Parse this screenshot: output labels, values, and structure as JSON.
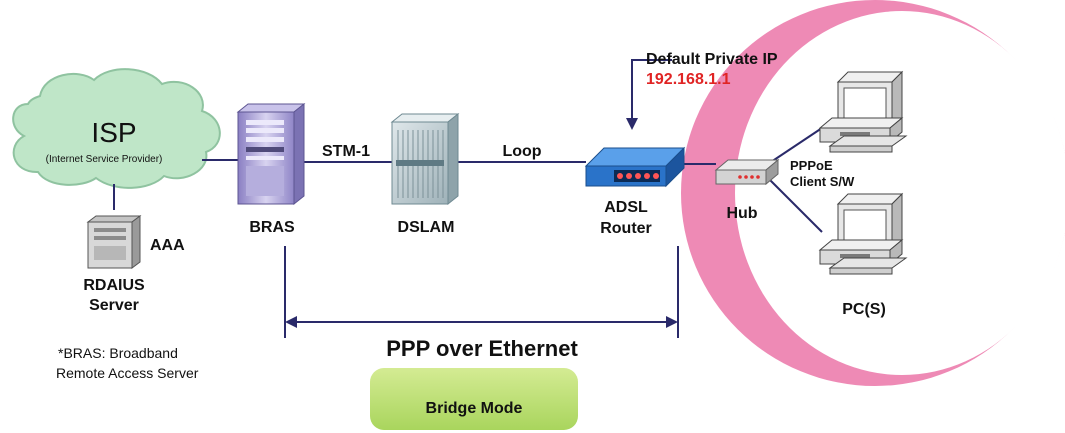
{
  "colors": {
    "ring": "#ee8ab5",
    "cloud_fill": "#bfe6c8",
    "cloud_stroke": "#8fc3a0",
    "link": "#2a2a6a",
    "ip_text": "#e02424",
    "router_blue": "#2a73c9",
    "bridge_fill": "#bfe07a"
  },
  "icons": {
    "cloud": "isp-cloud-icon",
    "aaa_server": "aaa-server-icon",
    "bras": "bras-server-icon",
    "dslam": "dslam-rack-icon",
    "router": "adsl-router-icon",
    "hub": "hub-icon",
    "pc": "pc-icon"
  },
  "isp": {
    "title": "ISP",
    "subtitle": "(Internet Service Provider)"
  },
  "labels": {
    "aaa": "AAA",
    "radius_line1": "RDAIUS",
    "radius_line2": "Server",
    "bras": "BRAS",
    "stm1": "STM-1",
    "dslam": "DSLAM",
    "loop": "Loop",
    "router_line1": "ADSL",
    "router_line2": "Router",
    "hub": "Hub",
    "pppoe_line1": "PPPoE",
    "pppoe_line2": "Client S/W",
    "pcs": "PC(S)",
    "default_ip_label": "Default Private IP",
    "default_ip_value": "192.168.1.1",
    "footnote_line1": "*BRAS: Broadband",
    "footnote_line2": "Remote Access Server",
    "ppp_over_ethernet": "PPP over Ethernet",
    "bridge_mode": "Bridge Mode"
  }
}
